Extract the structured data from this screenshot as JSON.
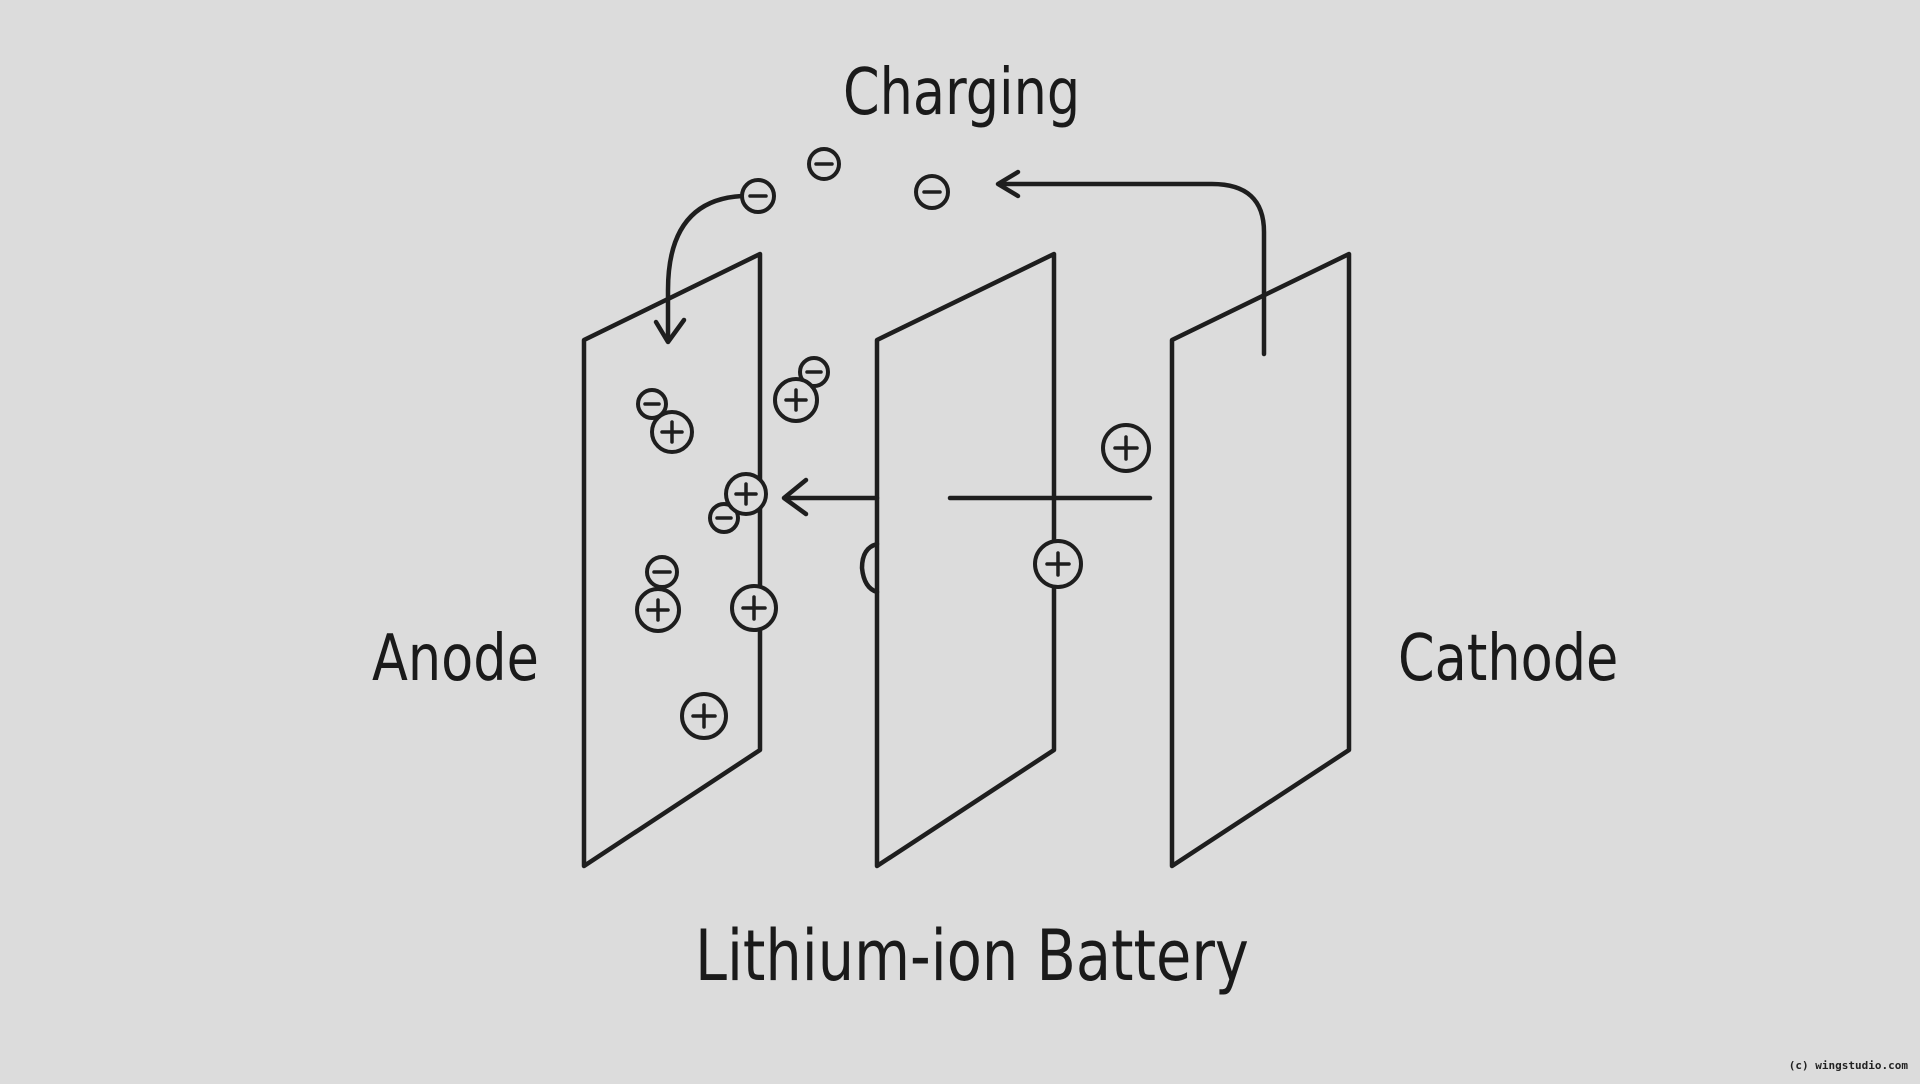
{
  "diagram": {
    "title": "Charging",
    "subtitle": "Lithium-ion Battery",
    "left_label": "Anode",
    "right_label": "Cathode",
    "credit": "(c) wingstudio.com",
    "colors": {
      "background": "#dcdcdc",
      "ink": "#1e1e1e"
    }
  }
}
